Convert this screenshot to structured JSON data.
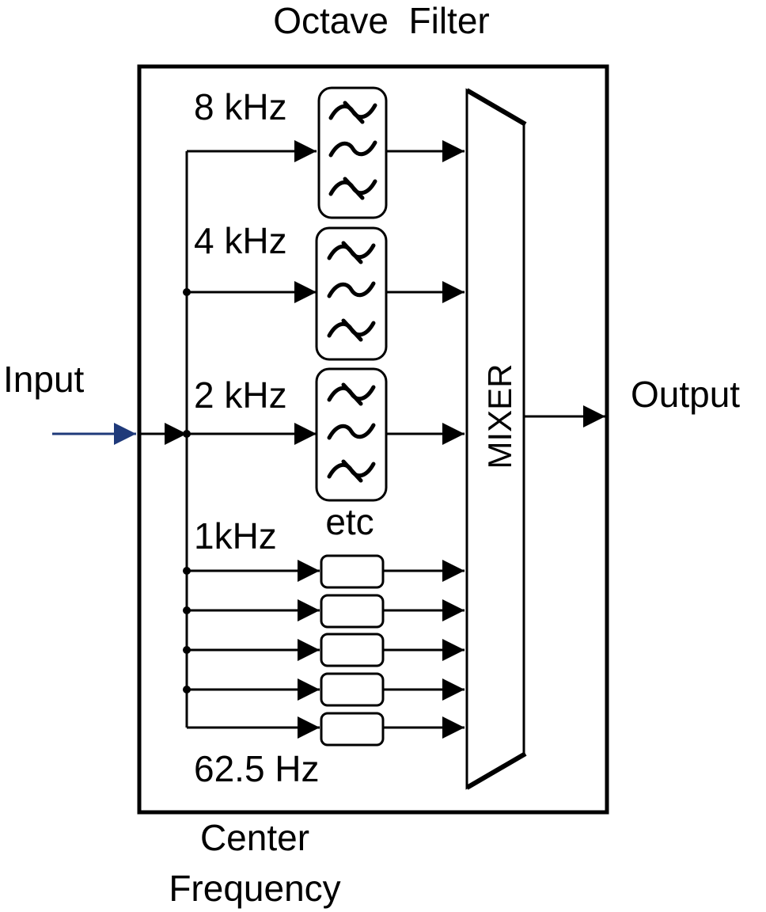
{
  "title": "Octave  Filter",
  "input_label": "Input",
  "output_label": "Output",
  "mixer_label": "MIXER",
  "etc_label": "etc",
  "footer": {
    "line1": "Center",
    "line2": "Frequency"
  },
  "bands": [
    {
      "label": "8 kHz"
    },
    {
      "label": "4 kHz"
    },
    {
      "label": "2 kHz"
    },
    {
      "label": "1kHz"
    },
    {
      "label": "62.5 Hz"
    }
  ],
  "colors": {
    "input_arrow": "#1f3a7a",
    "lines": "#000000"
  }
}
